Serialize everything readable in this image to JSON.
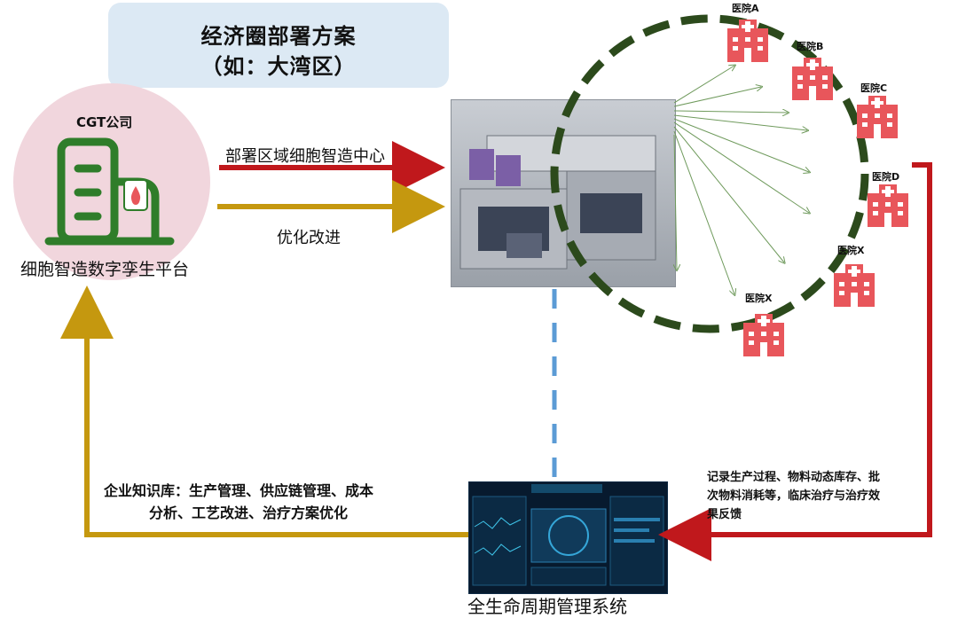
{
  "title": {
    "line1": "经济圈部署方案",
    "line2": "（如：大湾区）"
  },
  "company": {
    "name": "CGT公司",
    "platform": "细胞智造数字孪生平台"
  },
  "flows": {
    "deploy": "部署区域细胞智造中心",
    "optimize": "优化改进",
    "knowledge_line1": "企业知识库：生产管理、供应链管理、成本",
    "knowledge_line2": "分析、工艺改进、治疗方案优化",
    "record_line1": "记录生产过程、物料动态库存、批",
    "record_line2": "次物料消耗等，临床治疗与治疗效",
    "record_line3": "果反馈"
  },
  "hospitals": [
    "医院A",
    "医院B",
    "医院C",
    "医院D",
    "医院X",
    "医院X"
  ],
  "lifecycle_label": "全生命周期管理系统",
  "icons": {
    "building": "building-icon",
    "blood-bag": "blood-bag-icon",
    "hospital": "hospital-icon"
  },
  "colors": {
    "red": "#c0181c",
    "gold": "#c5980f",
    "green": "#2f7d2a",
    "ring": "#2c4a1c",
    "blue_dash": "#5b9bd5",
    "hospital": "#e8565b"
  }
}
